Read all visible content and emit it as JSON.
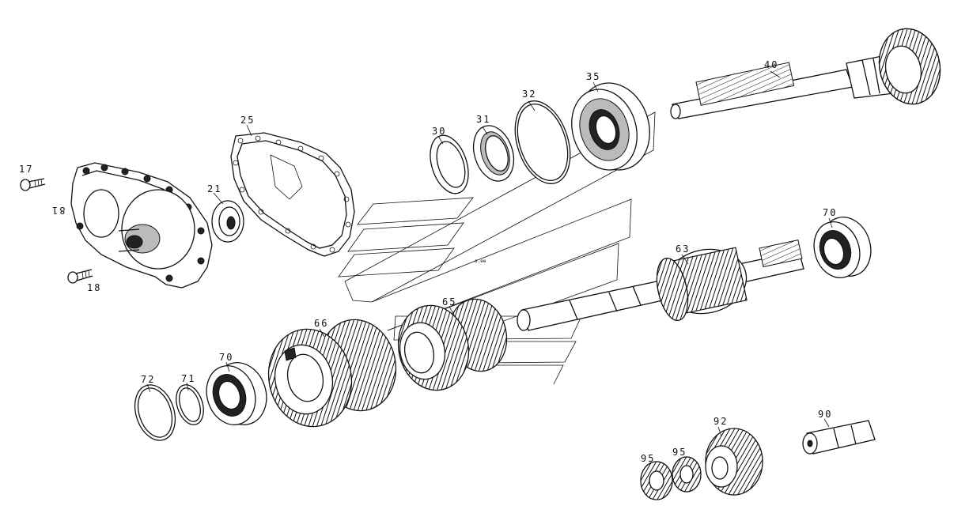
{
  "diagram": {
    "callouts": [
      {
        "id": "p17",
        "text": "17"
      },
      {
        "id": "p81",
        "text": "81"
      },
      {
        "id": "p18",
        "text": "18"
      },
      {
        "id": "p21",
        "text": "21"
      },
      {
        "id": "p25",
        "text": "25"
      },
      {
        "id": "p30",
        "text": "30"
      },
      {
        "id": "p31",
        "text": "31"
      },
      {
        "id": "p32",
        "text": "32"
      },
      {
        "id": "p35",
        "text": "35"
      },
      {
        "id": "p40",
        "text": "40"
      },
      {
        "id": "p70a",
        "text": "70"
      },
      {
        "id": "p63",
        "text": "63"
      },
      {
        "id": "p65",
        "text": "65"
      },
      {
        "id": "p66",
        "text": "66"
      },
      {
        "id": "p70b",
        "text": "70"
      },
      {
        "id": "p71",
        "text": "71"
      },
      {
        "id": "p72",
        "text": "72"
      },
      {
        "id": "p90",
        "text": "90"
      },
      {
        "id": "p92",
        "text": "92"
      },
      {
        "id": "p95a",
        "text": "95"
      },
      {
        "id": "p95b",
        "text": "95"
      }
    ]
  }
}
